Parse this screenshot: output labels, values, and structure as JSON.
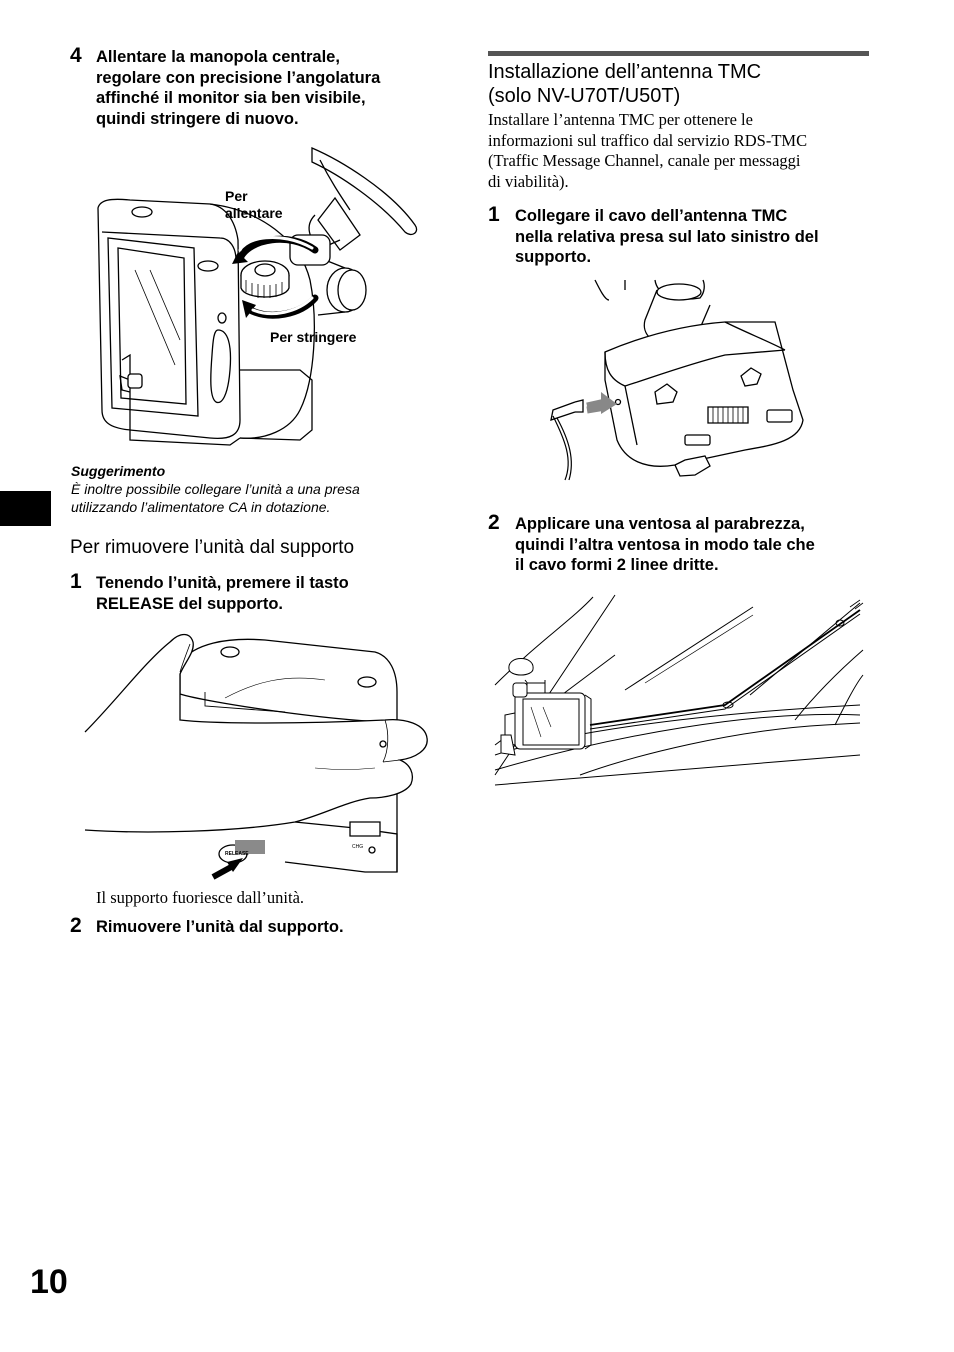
{
  "left": {
    "step4": {
      "number": "4",
      "lines": [
        "Allentare la manopola centrale,",
        "regolare con precisione l’angolatura",
        "affinché il monitor sia ben visibile,",
        "quindi stringere di nuovo."
      ]
    },
    "figure1": {
      "label_loosen_1": "Per",
      "label_loosen_2": "allentare",
      "label_tighten": "Per stringere"
    },
    "tip": {
      "title": "Suggerimento",
      "lines": [
        "È inoltre possibile collegare l’unità a una presa",
        "utilizzando l’alimentatore CA in dotazione."
      ]
    },
    "section_title": "Per rimuovere l’unità dal supporto",
    "step1": {
      "number": "1",
      "lines": [
        "Tenendo l’unità, premere il tasto",
        "RELEASE del supporto."
      ]
    },
    "figure2": {
      "release_label": "RELEASE",
      "chg_label": "CHG"
    },
    "caption": "Il supporto fuoriesce dall’unità.",
    "step2": {
      "number": "2",
      "text": "Rimuovere l’unità dal supporto."
    }
  },
  "right": {
    "title_lines": [
      "Installazione dell’antenna TMC",
      "(solo NV-U70T/U50T)"
    ],
    "intro_lines": [
      "Installare l’antenna TMC per ottenere le",
      "informazioni sul traffico dal servizio RDS-TMC",
      "(Traffic Message Channel, canale per messaggi",
      "di viabilità)."
    ],
    "step1": {
      "number": "1",
      "lines": [
        "Collegare il cavo dell’antenna TMC",
        "nella relativa presa sul lato sinistro del",
        "supporto."
      ]
    },
    "step2": {
      "number": "2",
      "lines": [
        "Applicare una ventosa al parabrezza,",
        "quindi l’altra ventosa in modo tale che",
        "il cavo formi 2 linee dritte."
      ]
    }
  },
  "page_number": "10",
  "colors": {
    "section_bar": "#555555",
    "side_tab": "#000000"
  }
}
